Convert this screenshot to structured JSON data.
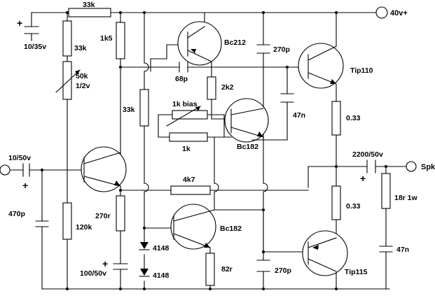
{
  "labels": {
    "r_top": "33k",
    "supply": "40v+",
    "cap_supply": "10/35v",
    "r_div_top": "33k",
    "r_1k5": "1k5",
    "q_bc212": "Bc212",
    "c_270p_top": "270p",
    "q_tip110": "Tip110",
    "pot_50k": "50k",
    "pot_rating": "1/2v",
    "c_68p": "68p",
    "r_2k2": "2k2",
    "r_33k_mid": "33k",
    "pot_bias": "1k bias",
    "r_1k": "1k",
    "q_bc182_top": "Bc182",
    "c_47n_mid": "47n",
    "r_033_top": "0.33",
    "cap_in": "10/50v",
    "cap_out": "2200/50v",
    "speaker": "Spk",
    "r_4k7": "4k7",
    "r_18r": "18r 1w",
    "r_033_bot": "0.33",
    "c_470p": "470p",
    "r_120k": "120k",
    "r_270r": "270r",
    "q_bc182_bot": "Bc182",
    "c_47n_bot": "47n",
    "d_1": "4148",
    "d_2": "4148",
    "r_82r": "82r",
    "c_270p_bot": "270p",
    "q_tip115": "Tip115",
    "cap_bottom": "100/50v",
    "plus_cap_supply": "+",
    "plus_cap_in": "+",
    "plus_cap_out": "+",
    "plus_cap_bottom": "+"
  }
}
